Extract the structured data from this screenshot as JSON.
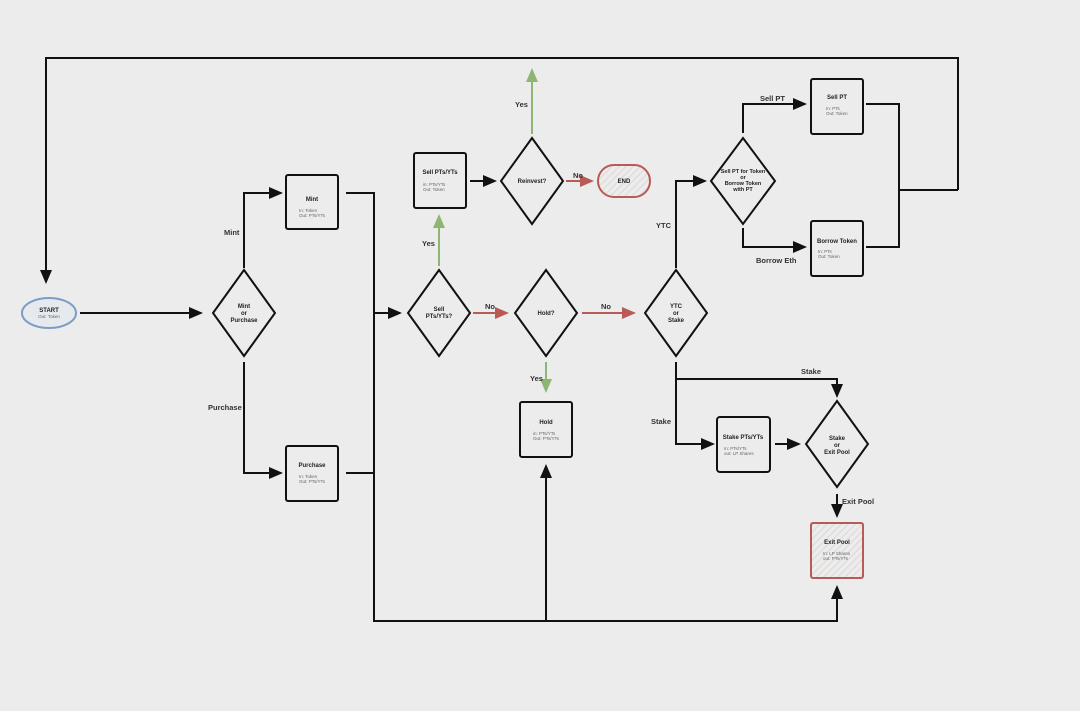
{
  "nodes": {
    "start": {
      "title": "START",
      "sub": "Out: Token"
    },
    "mint_or_purchase": {
      "l1": "Mint",
      "l2": "or",
      "l3": "Purchase"
    },
    "mint": {
      "title": "Mint",
      "in": "In: Token",
      "out": "Out: PTs/YTs"
    },
    "purchase": {
      "title": "Purchase",
      "in": "In: Token",
      "out": "Out: PTs/YTs"
    },
    "sell_q": {
      "l1": "Sell",
      "l2": "PTs/YTs?"
    },
    "sell": {
      "title": "Sell PTs/YTs",
      "in": "in: PTs/YTs",
      "out": "Out: Token"
    },
    "reinvest": {
      "l1": "Reinvest?"
    },
    "end": {
      "title": "END"
    },
    "hold_q": {
      "l1": "Hold?"
    },
    "hold": {
      "title": "Hold",
      "in": "in: PTs/YTs",
      "out": "Out: PTs/YTs"
    },
    "ytc_or_stake": {
      "l1": "YTC",
      "l2": "or",
      "l3": "Stake"
    },
    "sell_or_borrow": {
      "l1": "Sell PT for Token",
      "l2": "or",
      "l3": "Borrow Token",
      "l4": "with PT"
    },
    "sell_pt": {
      "title": "Sell PT",
      "in": "In: PTs",
      "out": "Out: Token"
    },
    "borrow": {
      "title": "Borrow Token",
      "in": "In: PTs",
      "out": "Out: Token"
    },
    "stake": {
      "title": "Stake PTs/YTs",
      "in": "In: PTs/YTs",
      "out": "out: LP Shares"
    },
    "stake_or_exit": {
      "l1": "Stake",
      "l2": "or",
      "l3": "Exit Pool"
    },
    "exit": {
      "title": "Exit Pool",
      "in": "In: LP Shares",
      "out": "out: PTs/YTs"
    }
  },
  "edges": {
    "mint": "Mint",
    "purchase": "Purchase",
    "yes1": "Yes",
    "yes2": "Yes",
    "yes3": "Yes",
    "no1": "No",
    "no2": "No",
    "no3": "No",
    "ytc": "YTC",
    "sell_pt": "Sell PT",
    "borrow_eth": "Borrow Eth",
    "stake1": "Stake",
    "stake2": "Stake",
    "exit_pool": "Exit Pool"
  },
  "colors": {
    "yes": "#8fb573",
    "no": "#b85a55",
    "start": "#7b9cc4"
  }
}
